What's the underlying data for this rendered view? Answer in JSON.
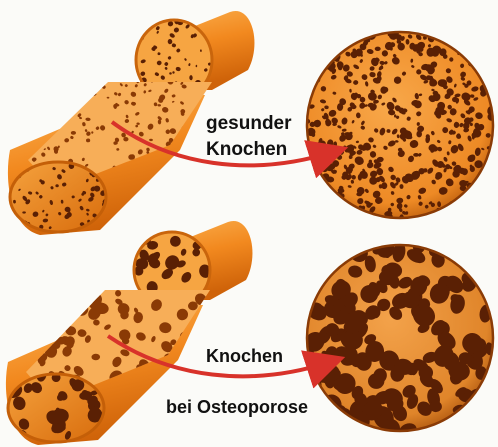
{
  "labels": {
    "healthy_line1": "gesunder",
    "healthy_line2": "Knochen",
    "osteo_line1": "Knochen",
    "osteo_line2": "bei Osteoporose"
  },
  "colors": {
    "bone_orange": "#f2891f",
    "bone_light": "#f8ac4a",
    "bone_dark": "#c55d08",
    "pore_dark": "#5a2004",
    "arrow_red": "#d8322a",
    "ring_outline": "#8a3b06",
    "background": "#fbfbf8"
  },
  "icons": {
    "healthy_bone": "bone-cylinder-dense-icon",
    "osteo_bone": "bone-cylinder-porous-icon",
    "healthy_zoom": "dense-bone-magnified-circle",
    "osteo_zoom": "porous-bone-magnified-circle",
    "arrow": "curved-red-arrow-icon"
  }
}
